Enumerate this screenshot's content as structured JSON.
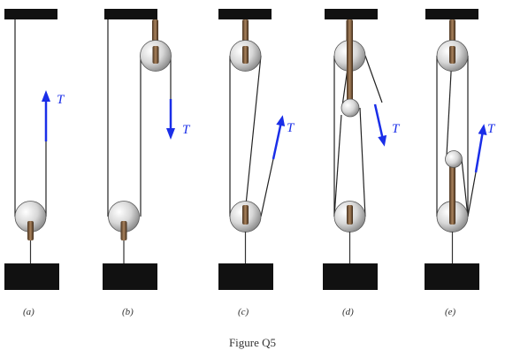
{
  "figure": {
    "caption": "Figure Q5",
    "tension_label": "T",
    "arrow_color": "#1a2ee8",
    "panels": [
      {
        "label": "(a)"
      },
      {
        "label": "(b)"
      },
      {
        "label": "(c)"
      },
      {
        "label": "(d)"
      },
      {
        "label": "(e)"
      }
    ]
  }
}
